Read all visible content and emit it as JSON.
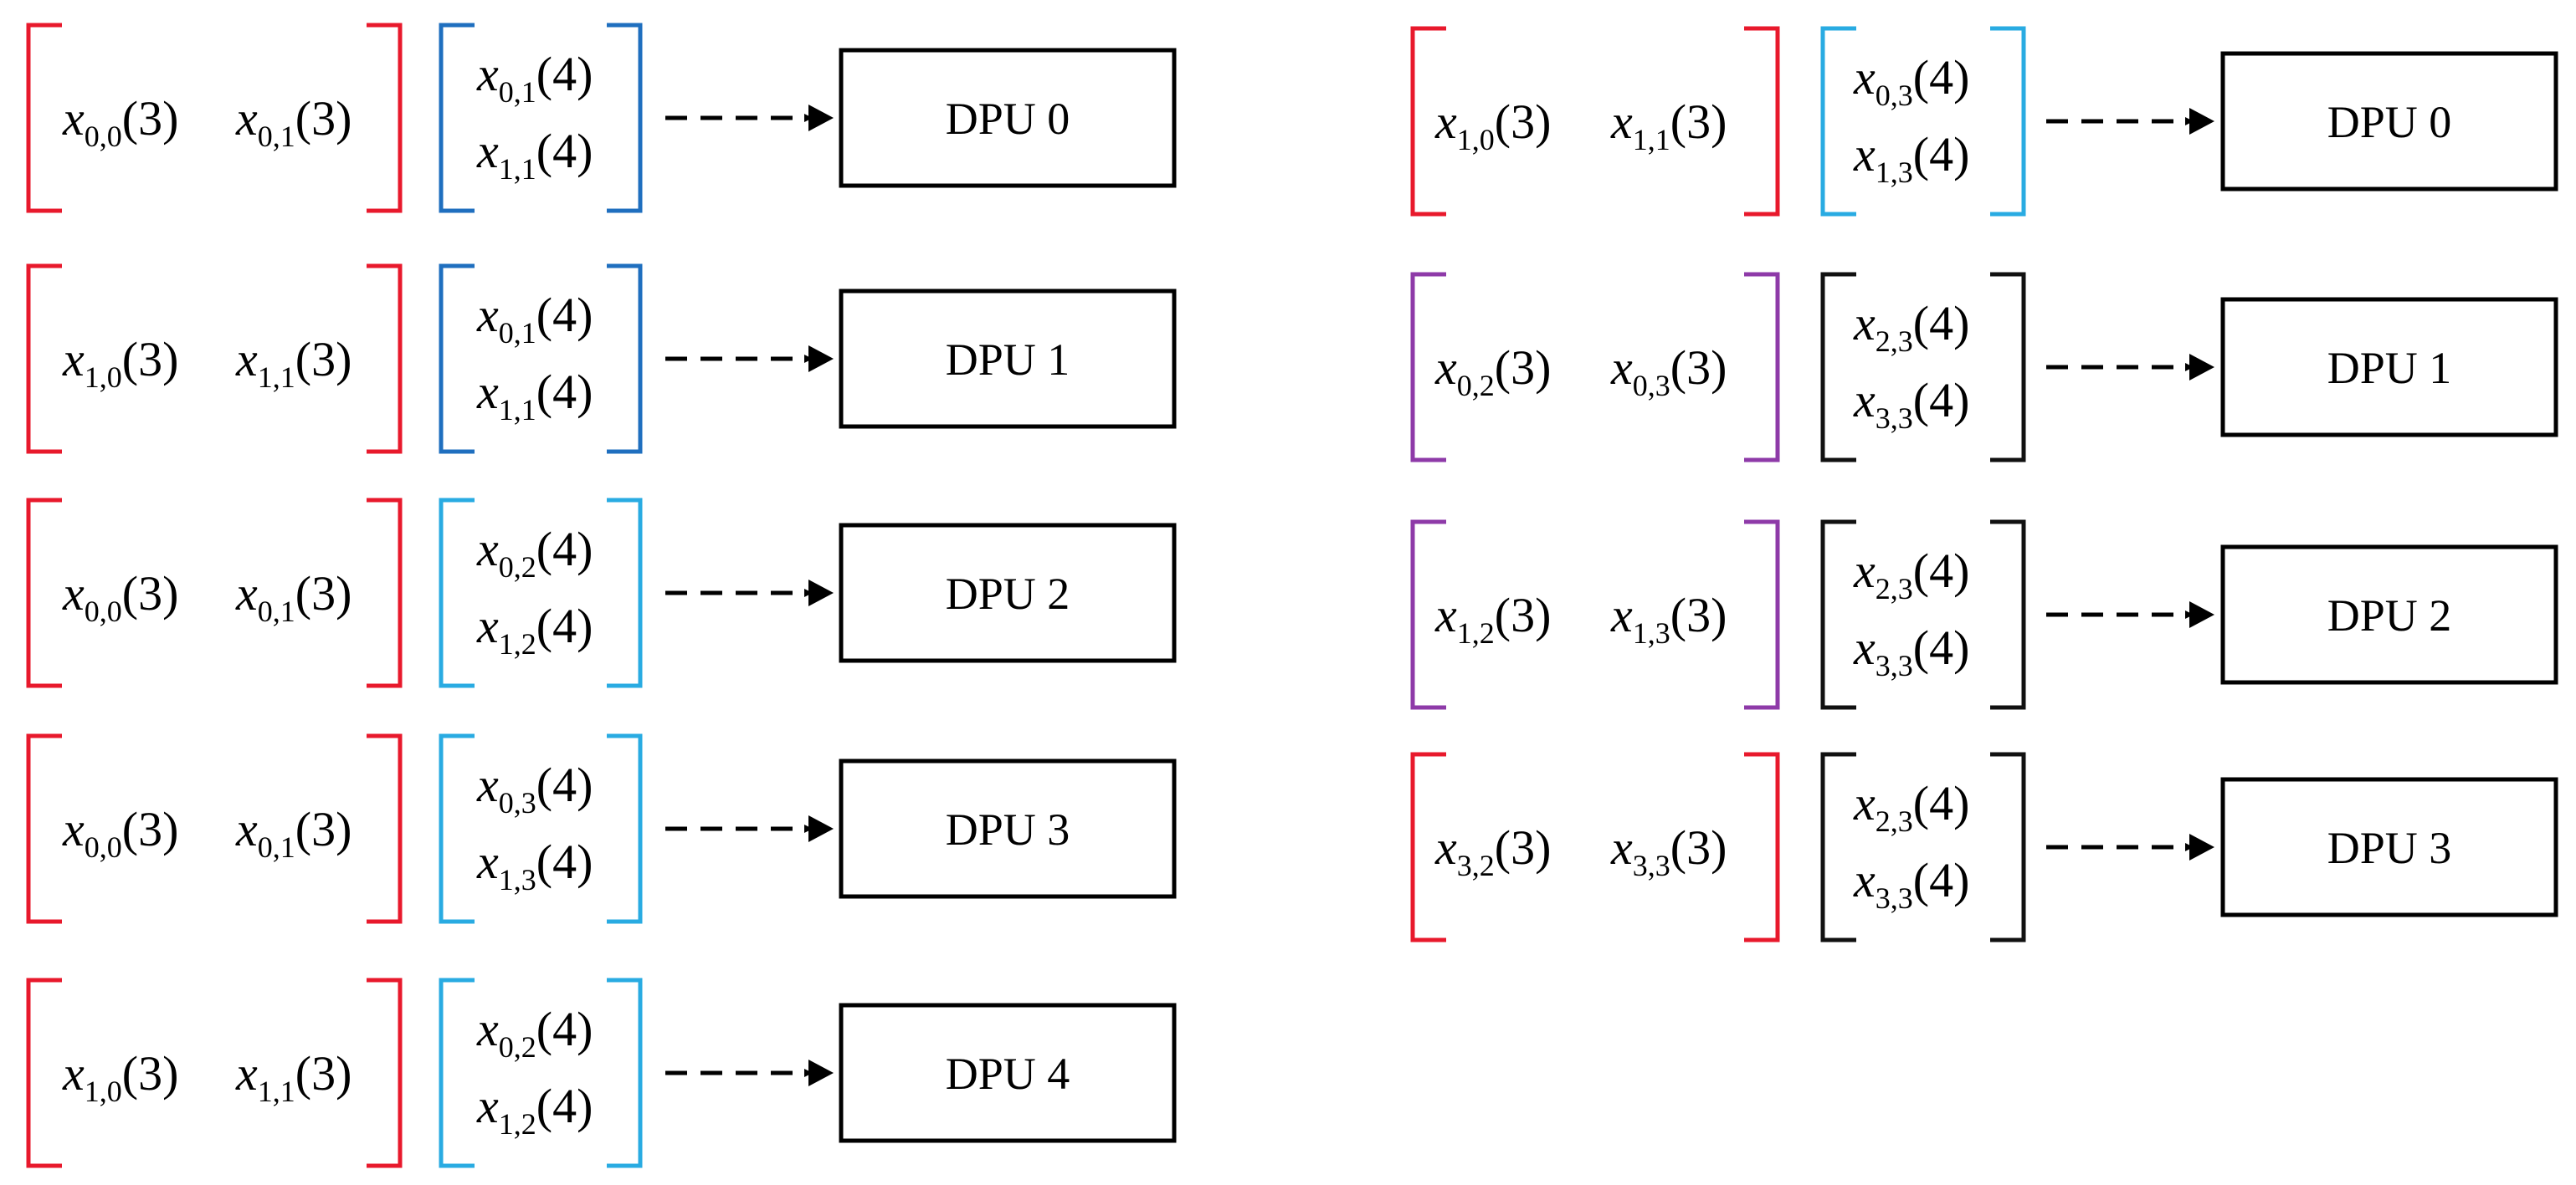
{
  "colors": {
    "red": "#E8192C",
    "blue": "#1F6FBF",
    "cyan": "#29ABE2",
    "purple": "#8E3AA8",
    "black": "#111111"
  },
  "groups": [
    {
      "name": "left",
      "rows": [
        {
          "row_vector": {
            "color": "red",
            "items": [
              {
                "sub": "0,0",
                "arg": "(3)"
              },
              {
                "sub": "0,1",
                "arg": "(3)"
              }
            ]
          },
          "col_vector": {
            "color": "blue",
            "items": [
              {
                "sub": "0,1",
                "arg": "(4)"
              },
              {
                "sub": "1,1",
                "arg": "(4)"
              }
            ]
          },
          "dpu": "DPU 0"
        },
        {
          "row_vector": {
            "color": "red",
            "items": [
              {
                "sub": "1,0",
                "arg": "(3)"
              },
              {
                "sub": "1,1",
                "arg": "(3)"
              }
            ]
          },
          "col_vector": {
            "color": "blue",
            "items": [
              {
                "sub": "0,1",
                "arg": "(4)"
              },
              {
                "sub": "1,1",
                "arg": "(4)"
              }
            ]
          },
          "dpu": "DPU 1"
        },
        {
          "row_vector": {
            "color": "red",
            "items": [
              {
                "sub": "0,0",
                "arg": "(3)"
              },
              {
                "sub": "0,1",
                "arg": "(3)"
              }
            ]
          },
          "col_vector": {
            "color": "cyan",
            "items": [
              {
                "sub": "0,2",
                "arg": "(4)"
              },
              {
                "sub": "1,2",
                "arg": "(4)"
              }
            ]
          },
          "dpu": "DPU 2"
        },
        {
          "row_vector": {
            "color": "red",
            "items": [
              {
                "sub": "0,0",
                "arg": "(3)"
              },
              {
                "sub": "0,1",
                "arg": "(3)"
              }
            ]
          },
          "col_vector": {
            "color": "cyan",
            "items": [
              {
                "sub": "0,3",
                "arg": "(4)"
              },
              {
                "sub": "1,3",
                "arg": "(4)"
              }
            ]
          },
          "dpu": "DPU 3"
        },
        {
          "row_vector": {
            "color": "red",
            "items": [
              {
                "sub": "1,0",
                "arg": "(3)"
              },
              {
                "sub": "1,1",
                "arg": "(3)"
              }
            ]
          },
          "col_vector": {
            "color": "cyan",
            "items": [
              {
                "sub": "0,2",
                "arg": "(4)"
              },
              {
                "sub": "1,2",
                "arg": "(4)"
              }
            ]
          },
          "dpu": "DPU 4"
        }
      ]
    },
    {
      "name": "right",
      "rows": [
        {
          "row_vector": {
            "color": "red",
            "items": [
              {
                "sub": "1,0",
                "arg": "(3)"
              },
              {
                "sub": "1,1",
                "arg": "(3)"
              }
            ]
          },
          "col_vector": {
            "color": "cyan",
            "items": [
              {
                "sub": "0,3",
                "arg": "(4)"
              },
              {
                "sub": "1,3",
                "arg": "(4)"
              }
            ]
          },
          "dpu": "DPU 0"
        },
        {
          "row_vector": {
            "color": "purple",
            "items": [
              {
                "sub": "0,2",
                "arg": "(3)"
              },
              {
                "sub": "0,3",
                "arg": "(3)"
              }
            ]
          },
          "col_vector": {
            "color": "black",
            "items": [
              {
                "sub": "2,3",
                "arg": "(4)"
              },
              {
                "sub": "3,3",
                "arg": "(4)"
              }
            ]
          },
          "dpu": "DPU 1"
        },
        {
          "row_vector": {
            "color": "purple",
            "items": [
              {
                "sub": "1,2",
                "arg": "(3)"
              },
              {
                "sub": "1,3",
                "arg": "(3)"
              }
            ]
          },
          "col_vector": {
            "color": "black",
            "items": [
              {
                "sub": "2,3",
                "arg": "(4)"
              },
              {
                "sub": "3,3",
                "arg": "(4)"
              }
            ]
          },
          "dpu": "DPU 2"
        },
        {
          "row_vector": {
            "color": "red",
            "items": [
              {
                "sub": "3,2",
                "arg": "(3)"
              },
              {
                "sub": "3,3",
                "arg": "(3)"
              }
            ]
          },
          "col_vector": {
            "color": "black",
            "items": [
              {
                "sub": "2,3",
                "arg": "(4)"
              },
              {
                "sub": "3,3",
                "arg": "(4)"
              }
            ]
          },
          "dpu": "DPU 3"
        }
      ]
    }
  ]
}
